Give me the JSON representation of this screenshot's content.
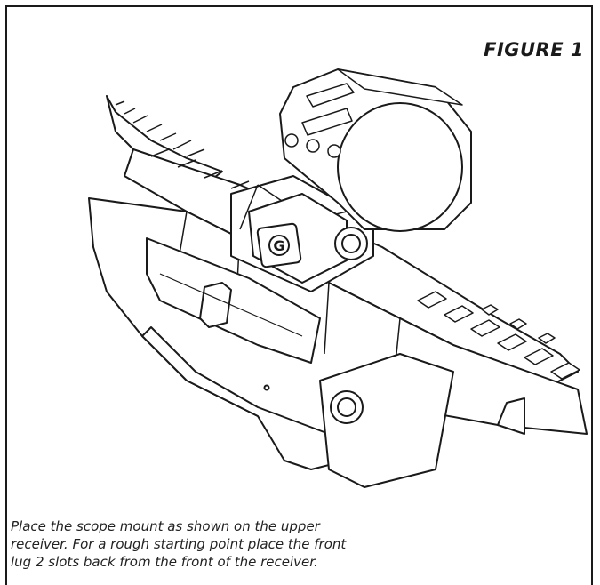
{
  "figure": {
    "label": "FIGURE 1",
    "logo_text": "G"
  },
  "caption": {
    "lines": [
      "Place the scope mount as shown on the upper",
      "receiver. For a rough starting point place the front",
      "lug 2 slots back from the front of the receiver."
    ]
  }
}
